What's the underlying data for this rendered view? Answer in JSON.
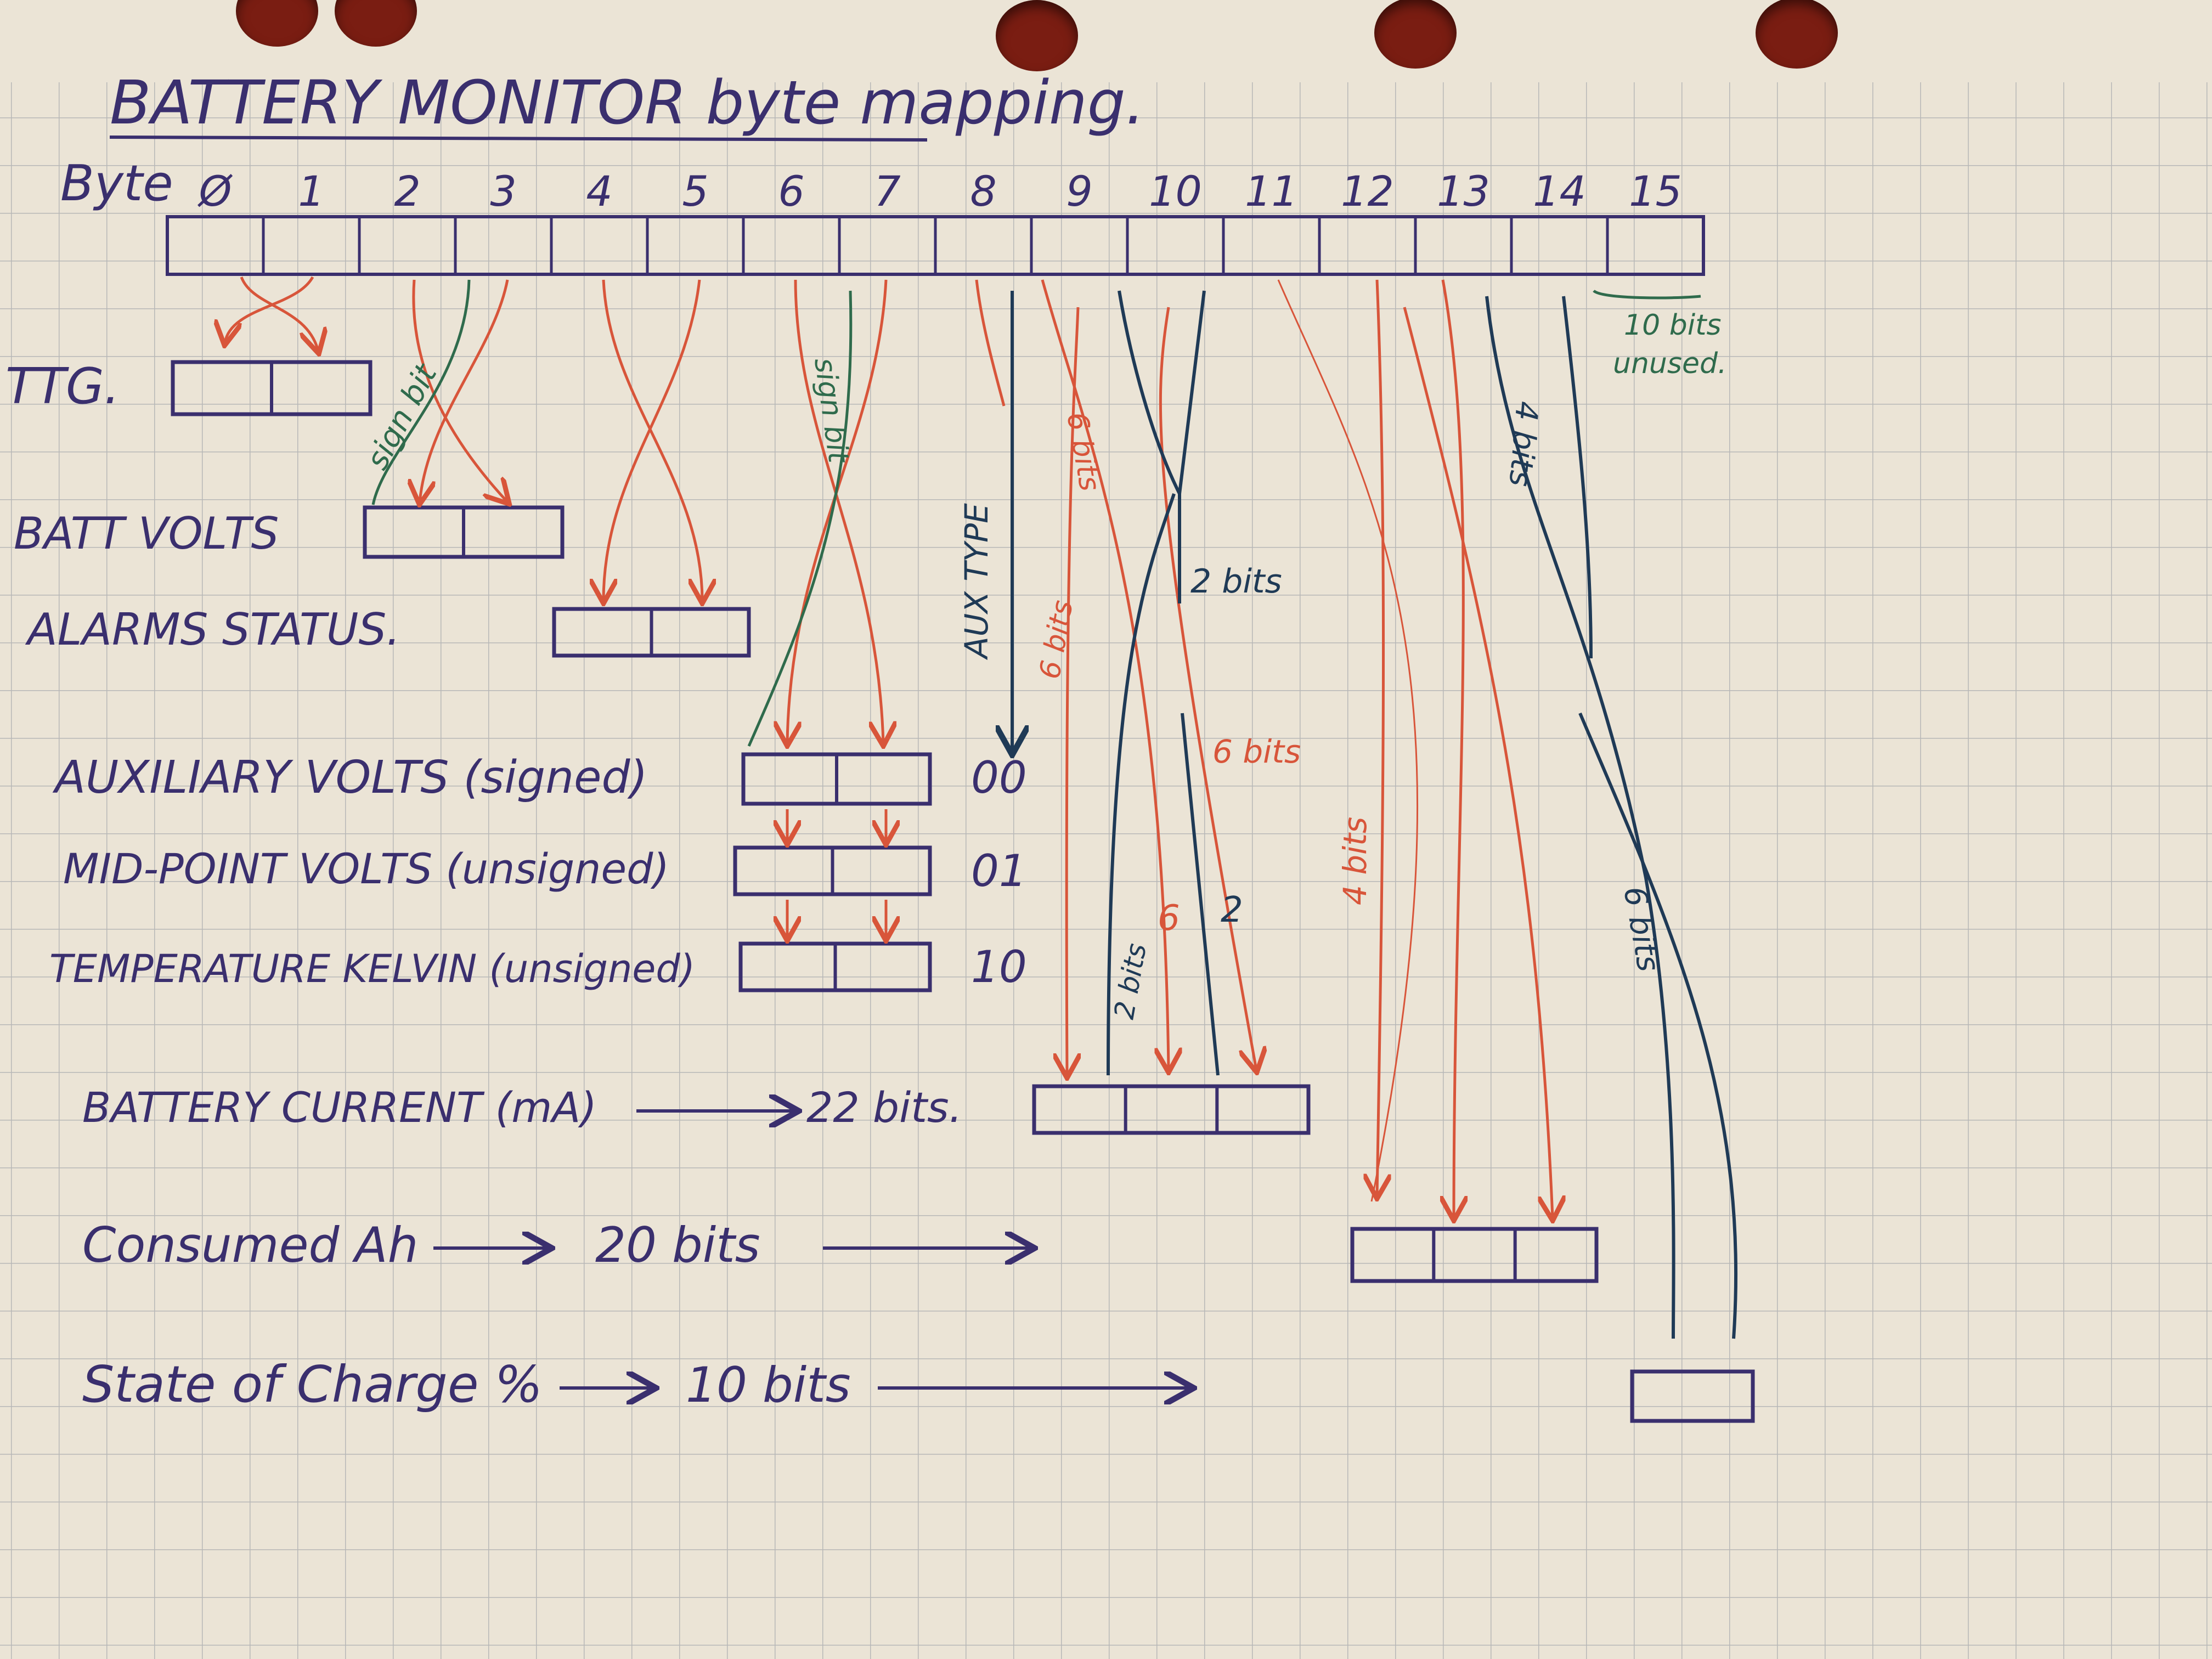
{
  "title": "BATTERY MONITOR byte mapping.",
  "byte_row": {
    "label": "Byte",
    "indices": [
      "Ø",
      "1",
      "2",
      "3",
      "4",
      "5",
      "6",
      "7",
      "8",
      "9",
      "10",
      "11",
      "12",
      "13",
      "14",
      "15"
    ]
  },
  "fields": {
    "ttg": "TTG.",
    "batt_volts": "BATT VOLTS",
    "alarms": "ALARMS STATUS.",
    "aux_volts": "AUXILIARY VOLTS (signed)",
    "mid_volts": "MID-POINT VOLTS (unsigned)",
    "temp": "TEMPERATURE KELVIN (unsigned)",
    "current": "BATTERY CURRENT (mA)",
    "consumed": "Consumed Ah",
    "soc": "State of Charge %"
  },
  "aux_codes": [
    "00",
    "01",
    "10"
  ],
  "arrow_notes": {
    "current_bits": "22 bits.",
    "consumed_bits": "20 bits",
    "soc_bits": "10 bits"
  },
  "annotations": {
    "sign_bit_a": "sign bit",
    "sign_bit_b": "sign bit",
    "aux_type": "AUX TYPE",
    "unused": [
      "10 bits",
      "unused."
    ],
    "b6_a": "6 bits",
    "two_bits_a": "2 bits",
    "b6_b": "6 bits",
    "b6_c": "6 bits",
    "two_bits_b": "2 bits",
    "six": "6",
    "two": "2",
    "four_bits_red": "4 bits",
    "four_bits_dark": "4 bits",
    "six_bits_dark": "6 bits"
  },
  "colors": {
    "paper": "#ebe4d6",
    "grid": "#b7b7b7",
    "ink_purple": "#3a2f6e",
    "ink_red": "#d8553a",
    "ink_green": "#2f6b4c",
    "ink_dark_blue": "#1f3a56",
    "hole": "#7a1d12"
  }
}
